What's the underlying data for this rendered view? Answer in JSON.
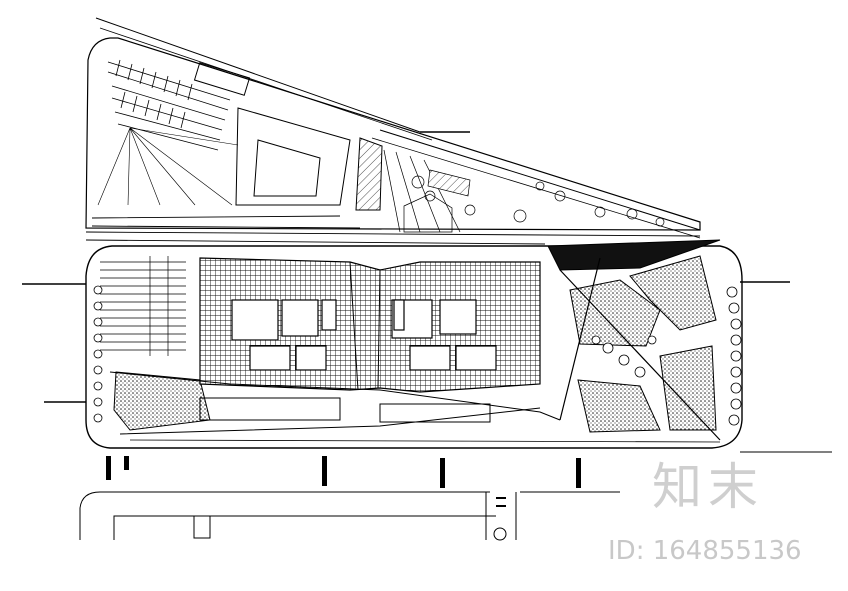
{
  "drawing": {
    "kind": "site-landscape-plan",
    "line_color": "#000000",
    "background": "#ffffff",
    "hatch_color": "#1a1a1a"
  },
  "watermark": {
    "logo_text": "知末",
    "id_label": "ID: 164855136",
    "color": "#cccccc"
  }
}
